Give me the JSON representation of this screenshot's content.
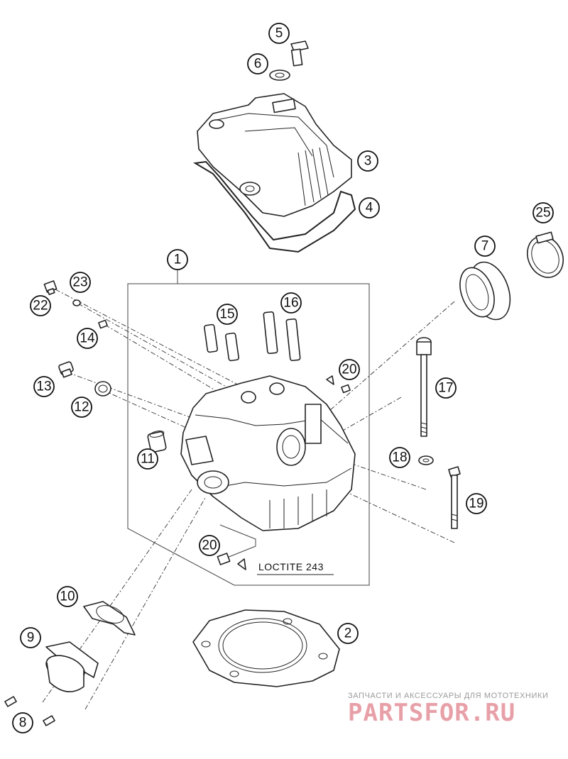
{
  "callouts": [
    "1",
    "2",
    "3",
    "4",
    "5",
    "6",
    "7",
    "8",
    "9",
    "10",
    "11",
    "12",
    "13",
    "14",
    "15",
    "16",
    "17",
    "18",
    "19",
    "20",
    "20",
    "22",
    "23",
    "25"
  ],
  "annotation": "LOCTITE 243",
  "watermark": {
    "caption": "ЗАПЧАСТИ И АКСЕССУАРЫ ДЛЯ МОТОТЕХНИКИ",
    "logo": "PARTSFOR.RU"
  }
}
